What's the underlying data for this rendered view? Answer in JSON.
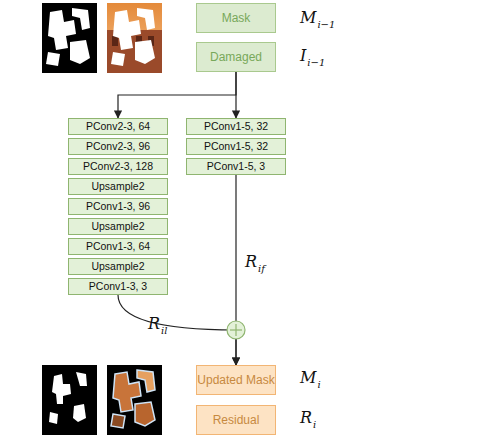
{
  "diagram": {
    "nodes": [
      {
        "text": [
          "Mask"
        ]
      },
      {
        "text": [
          "Damaged"
        ]
      },
      {
        "text": [
          "PConv2-3, 64"
        ]
      },
      {
        "text": [
          "PConv2-3, 96"
        ]
      },
      {
        "text": [
          "PConv2-3, 128"
        ]
      },
      {
        "text": [
          "Upsample2"
        ]
      },
      {
        "text": [
          "PConv1-3, 96"
        ]
      },
      {
        "text": [
          "Upsample2"
        ]
      },
      {
        "text": [
          "PConv1-3, 64"
        ]
      },
      {
        "text": [
          "Upsample2"
        ]
      },
      {
        "text": [
          "PConv1-3, 3"
        ]
      },
      {
        "text": [
          "PConv1-5, 32"
        ]
      },
      {
        "text": [
          "PConv1-5, 32"
        ]
      },
      {
        "text": [
          "PConv1-5, 3"
        ]
      },
      {
        "text": [
          "Updated Mask"
        ]
      },
      {
        "text": [
          "Residual"
        ]
      }
    ],
    "edges": [
      {
        "from": 1,
        "to": 2,
        "arrow": "to"
      },
      {
        "from": 1,
        "to": 11,
        "arrow": "to"
      },
      {
        "from": 13,
        "to": 14,
        "arrow": "to"
      },
      {
        "from": 10,
        "to": 14,
        "arrow": "to"
      }
    ],
    "labels": [
      "M",
      "i−1",
      "I",
      "i−1",
      "R",
      "if",
      "R",
      "il",
      "M",
      "i",
      "R",
      "i"
    ]
  }
}
